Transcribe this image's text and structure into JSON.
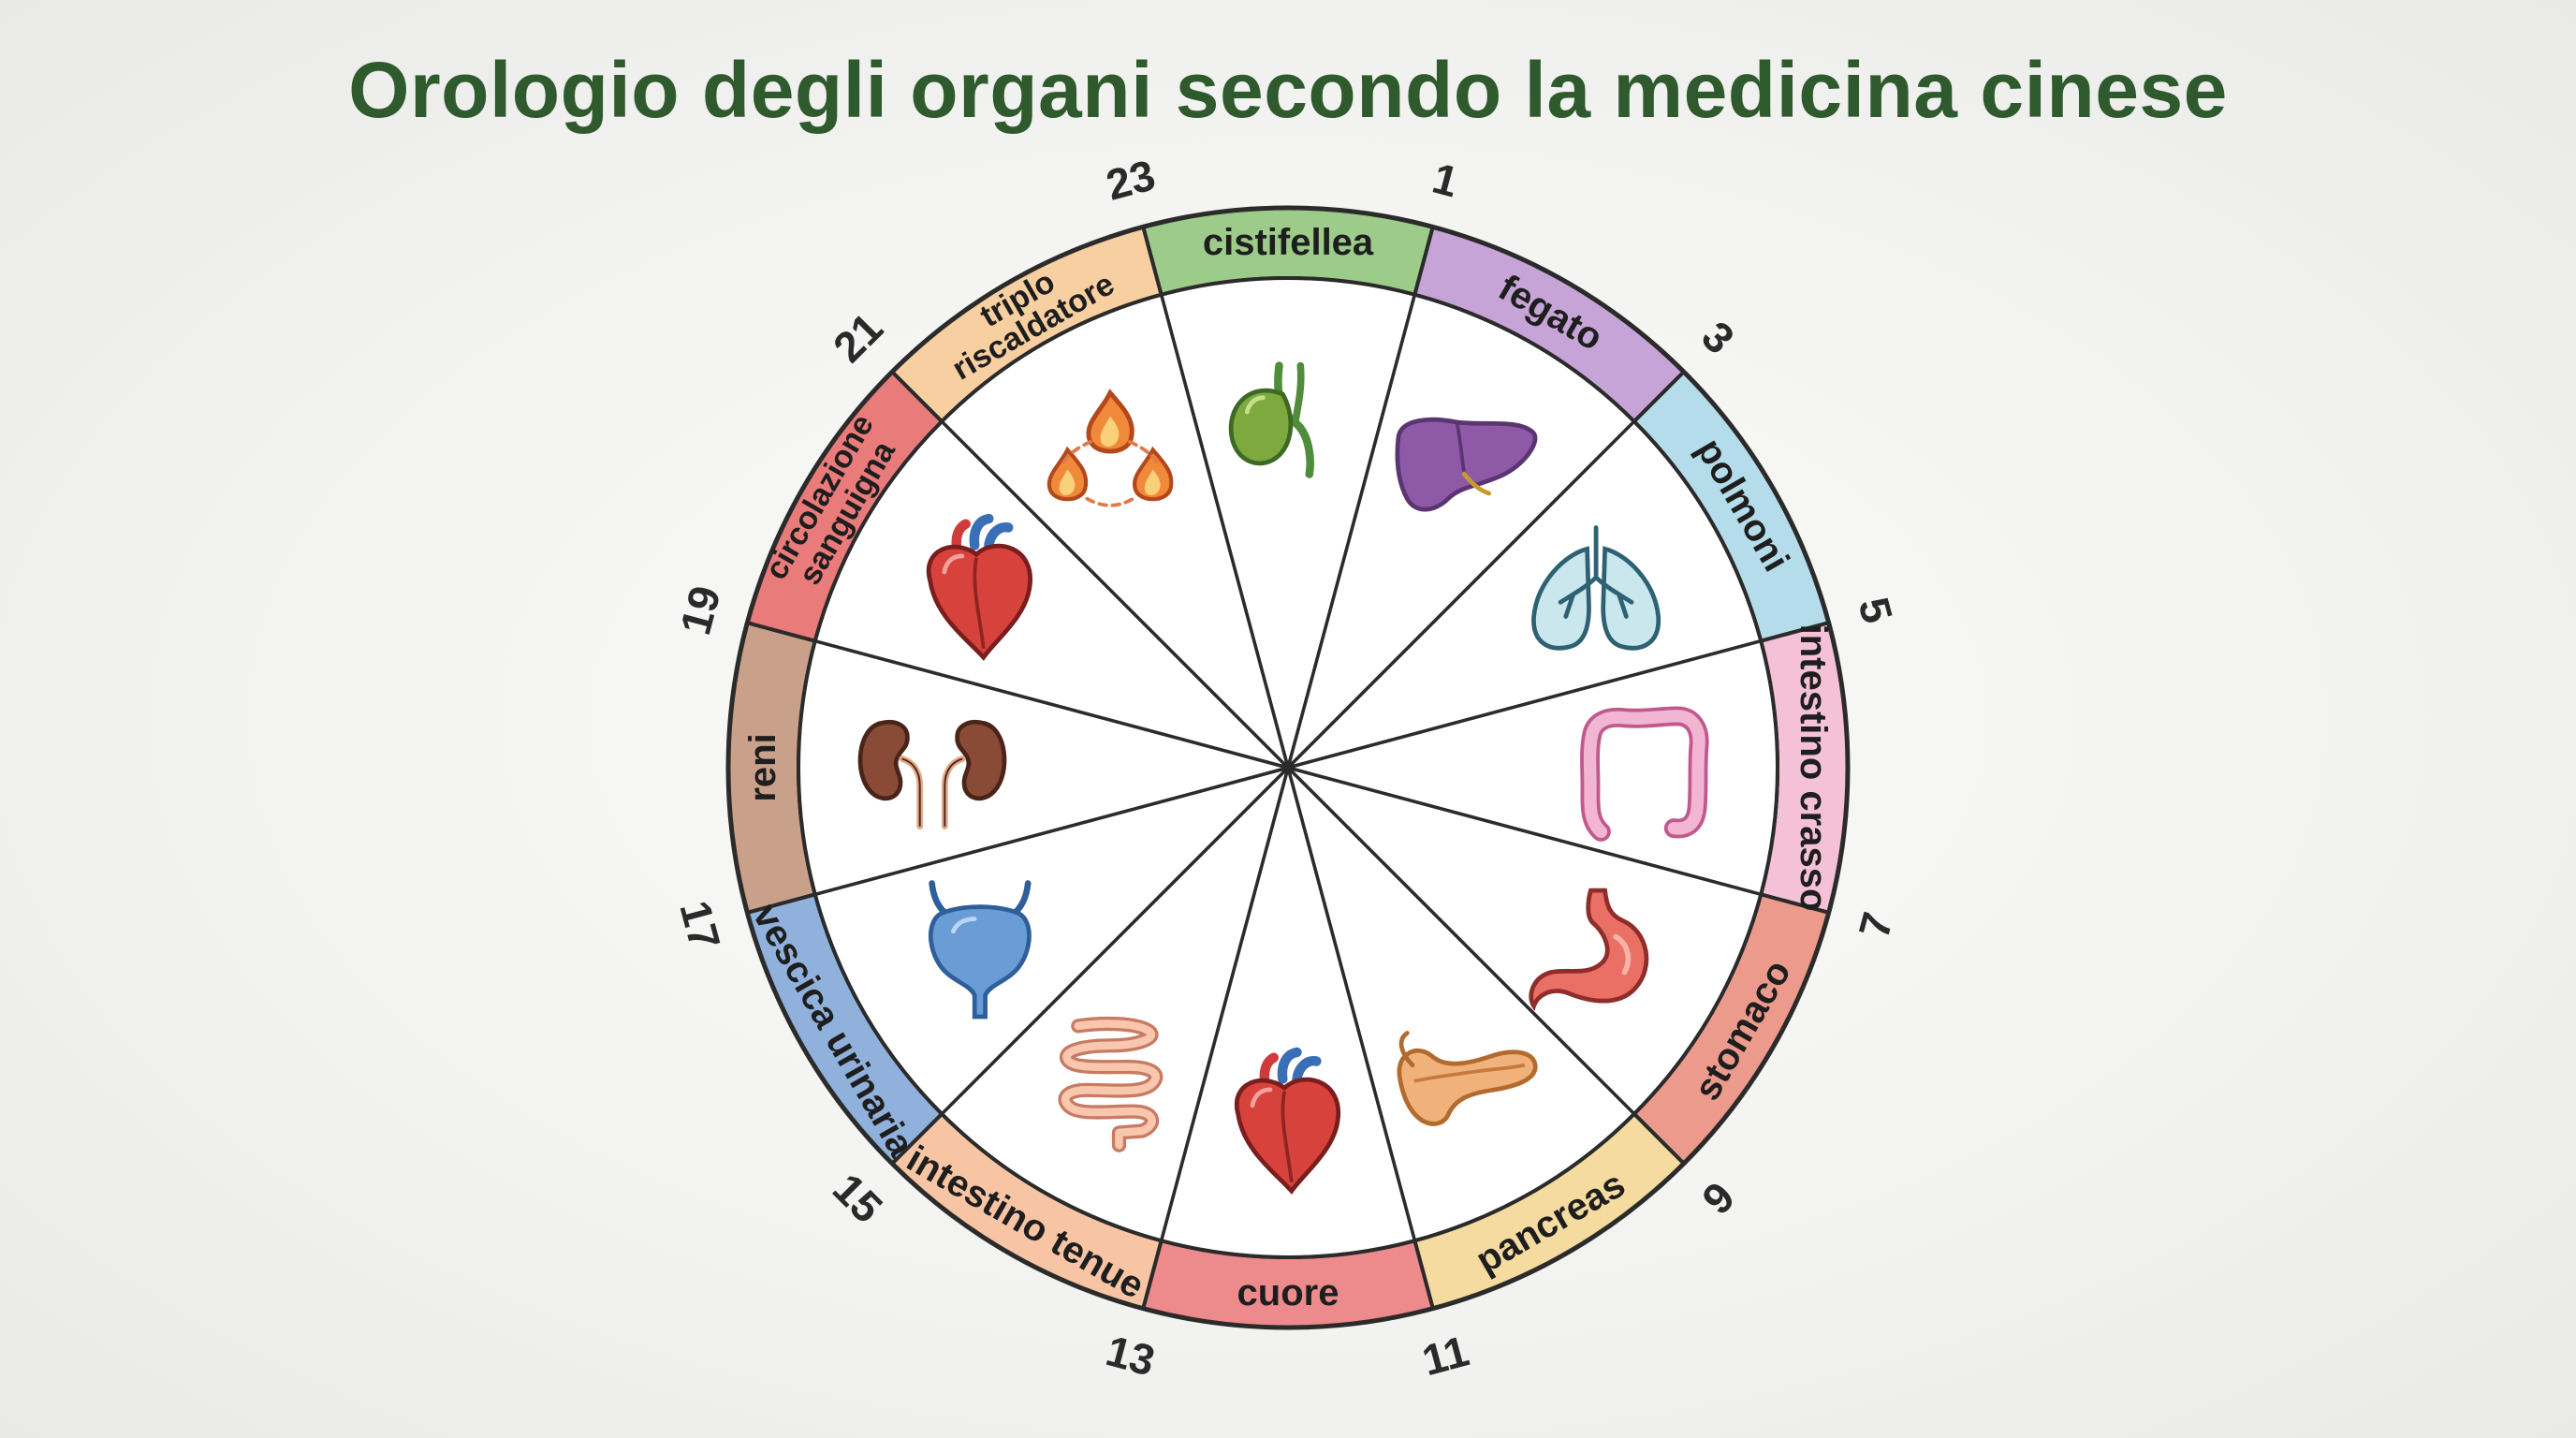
{
  "title": "Orologio degli organi secondo la medicina cinese",
  "segments": [
    {
      "label": [
        "cistifellea"
      ],
      "color": "#9ccb8a",
      "icon": "gallbladder-icon"
    },
    {
      "label": [
        "fegato"
      ],
      "color": "#c7a4d8",
      "icon": "liver-icon"
    },
    {
      "label": [
        "polmoni"
      ],
      "color": "#b5dcea",
      "icon": "lungs-icon"
    },
    {
      "label": [
        "intestino crasso"
      ],
      "color": "#f4c1d6",
      "icon": "large-intestine-icon"
    },
    {
      "label": [
        "stomaco"
      ],
      "color": "#ec9a8c",
      "icon": "stomach-icon"
    },
    {
      "label": [
        "pancreas"
      ],
      "color": "#f5dba0",
      "icon": "pancreas-icon"
    },
    {
      "label": [
        "cuore"
      ],
      "color": "#ec8a8c",
      "icon": "heart-icon"
    },
    {
      "label": [
        "intestino tenue"
      ],
      "color": "#f7c5a4",
      "icon": "small-intestine-icon"
    },
    {
      "label": [
        "vescica urinaria"
      ],
      "color": "#8fb1dc",
      "icon": "bladder-icon"
    },
    {
      "label": [
        "reni"
      ],
      "color": "#c9a08a",
      "icon": "kidneys-icon"
    },
    {
      "label": [
        "circolazione",
        "sanguigna"
      ],
      "color": "#ea7b7b",
      "icon": "circulation-heart-icon"
    },
    {
      "label": [
        "triplo",
        "riscaldatore"
      ],
      "color": "#f7cfa0",
      "icon": "triple-warmer-flames-icon"
    }
  ],
  "hours": [
    "1",
    "3",
    "5",
    "7",
    "9",
    "11",
    "13",
    "15",
    "17",
    "19",
    "21",
    "23"
  ]
}
